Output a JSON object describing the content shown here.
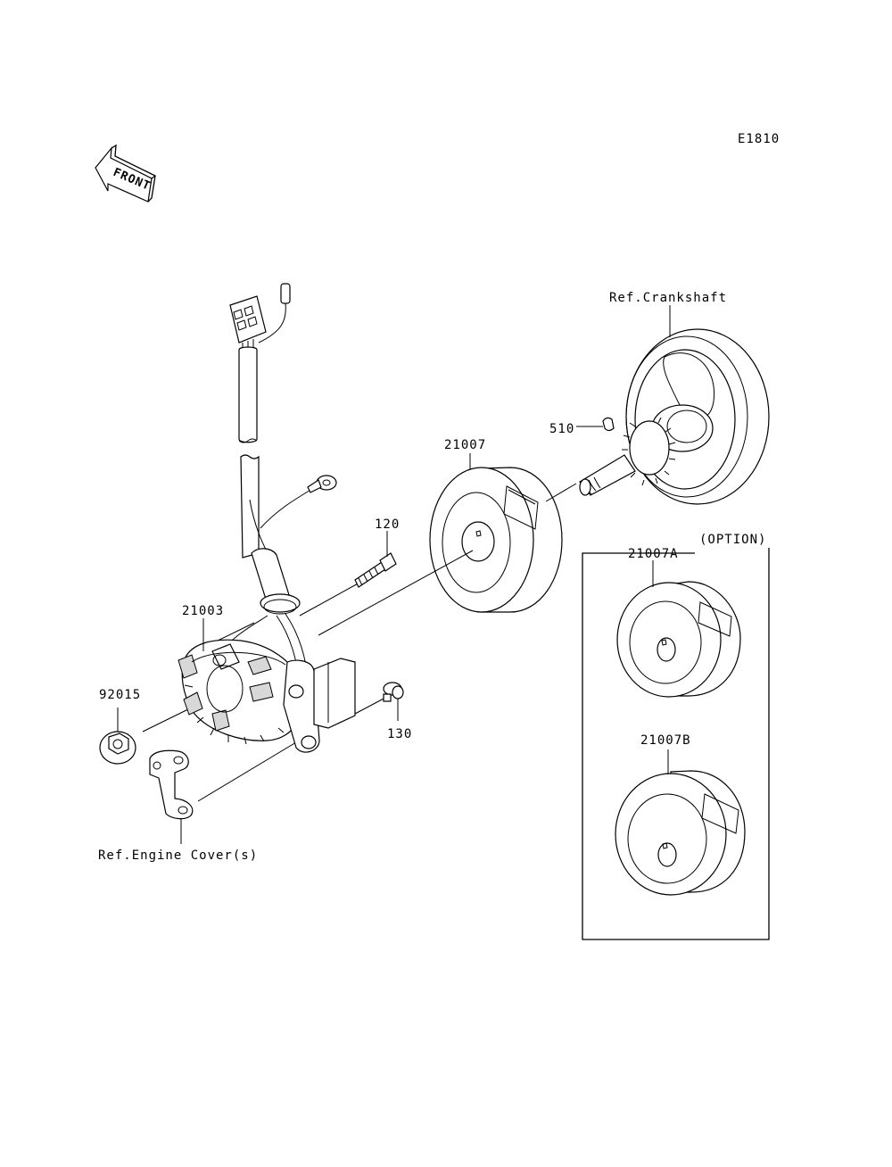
{
  "diagram_code": "E1810",
  "front_arrow": {
    "label": "FRONT",
    "icon": "front-arrow-icon"
  },
  "labels": {
    "crankshaft_ref": "Ref.Crankshaft",
    "key_510": "510",
    "rotor_21007": "21007",
    "bolt_120": "120",
    "stator_21003": "21003",
    "nut_92015": "92015",
    "bolt_130": "130",
    "engine_cover_ref": "Ref.Engine Cover(s)",
    "option_title": "(OPTION)",
    "rotor_21007A": "21007A",
    "rotor_21007B": "21007B"
  }
}
